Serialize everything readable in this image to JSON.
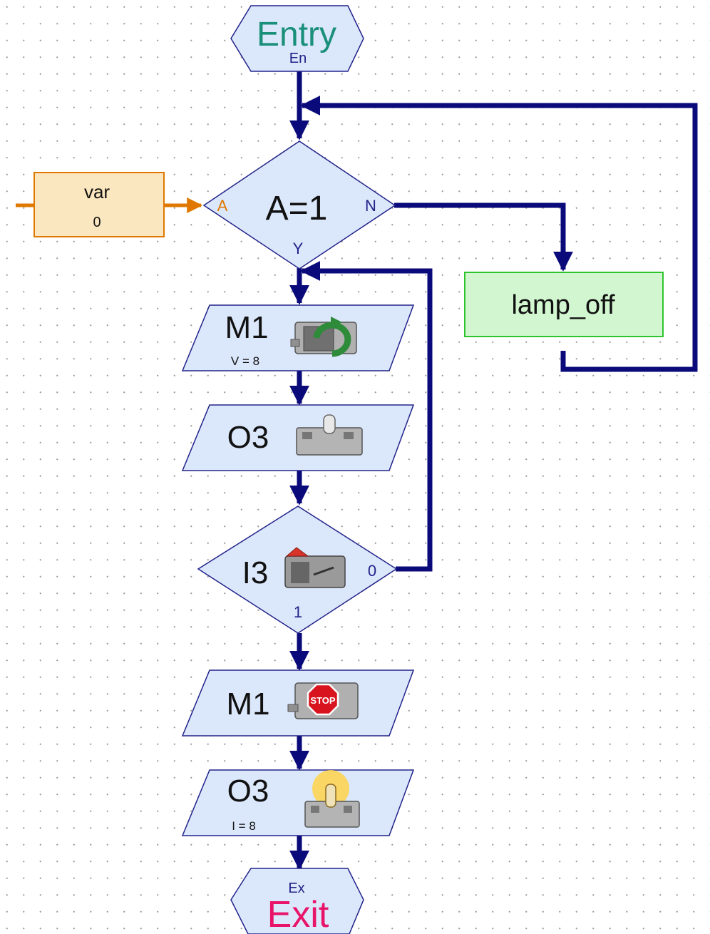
{
  "entry": {
    "title": "Entry",
    "port": "En",
    "title_color": "#1a8f7a"
  },
  "exit": {
    "title": "Exit",
    "port": "Ex",
    "title_color": "#e8146a"
  },
  "decision_a": {
    "label": "A=1",
    "in_port": "A",
    "no_port": "N",
    "yes_port": "Y"
  },
  "variable": {
    "name": "var",
    "value": "0"
  },
  "subprogram": {
    "label": "lamp_off"
  },
  "motor_on": {
    "label": "M1",
    "param": "V = 8",
    "icon": "motor-rotate-icon"
  },
  "lamp_out_1": {
    "label": "O3",
    "icon": "lamp-icon"
  },
  "input_check": {
    "label": "I3",
    "zero_port": "0",
    "one_port": "1",
    "icon": "switch-icon"
  },
  "motor_stop": {
    "label": "M1",
    "icon": "motor-stop-icon",
    "stop_text": "STOP"
  },
  "lamp_out_2": {
    "label": "O3",
    "param": "I = 8",
    "icon": "lamp-lit-icon"
  },
  "colors": {
    "flow": "#0a0a7a",
    "dataflow": "#e07800",
    "shape_fill": "#dbe8fb",
    "var_fill": "#fbe7bf",
    "sub_fill": "#d2f7d0"
  }
}
